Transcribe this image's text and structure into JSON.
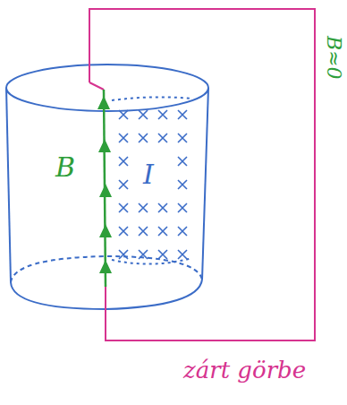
{
  "diagram": {
    "labels": [
      "B",
      "I",
      "B≈0",
      "zárt görbe"
    ]
  }
}
